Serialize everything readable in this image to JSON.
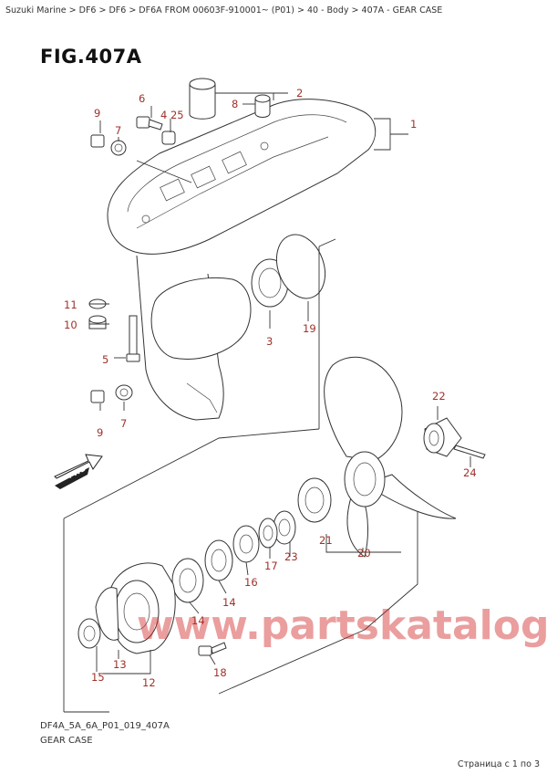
{
  "header": {
    "breadcrumb": "Suzuki Marine > DF6 > DF6 > DF6A FROM 00603F-910001~  (P01) > 40 - Body > 407A - GEAR CASE",
    "figure_title": "FIG.407A"
  },
  "callouts": [
    {
      "id": "1",
      "text": "1"
    },
    {
      "id": "2",
      "text": "2"
    },
    {
      "id": "3",
      "text": "3"
    },
    {
      "id": "4-25",
      "text": "4 25"
    },
    {
      "id": "5",
      "text": "5"
    },
    {
      "id": "6",
      "text": "6"
    },
    {
      "id": "7a",
      "text": "7"
    },
    {
      "id": "7b",
      "text": "7"
    },
    {
      "id": "8",
      "text": "8"
    },
    {
      "id": "9a",
      "text": "9"
    },
    {
      "id": "9b",
      "text": "9"
    },
    {
      "id": "10",
      "text": "10"
    },
    {
      "id": "11",
      "text": "11"
    },
    {
      "id": "12",
      "text": "12"
    },
    {
      "id": "13",
      "text": "13"
    },
    {
      "id": "14a",
      "text": "14"
    },
    {
      "id": "14b",
      "text": "14"
    },
    {
      "id": "15",
      "text": "15"
    },
    {
      "id": "16",
      "text": "16"
    },
    {
      "id": "17",
      "text": "17"
    },
    {
      "id": "18",
      "text": "18"
    },
    {
      "id": "19",
      "text": "19"
    },
    {
      "id": "20",
      "text": "20"
    },
    {
      "id": "21",
      "text": "21"
    },
    {
      "id": "22",
      "text": "22"
    },
    {
      "id": "23",
      "text": "23"
    },
    {
      "id": "24",
      "text": "24"
    }
  ],
  "fwd_label": "FWD",
  "watermark": "www.partskatalog.ru",
  "footer": {
    "code": "DF4A_5A_6A_P01_019_407A",
    "caption": "GEAR CASE",
    "page_counter": "Страница с 1 по 3"
  },
  "colors": {
    "callout": "#a0322a",
    "watermark": "#d02828",
    "line": "#333333"
  }
}
